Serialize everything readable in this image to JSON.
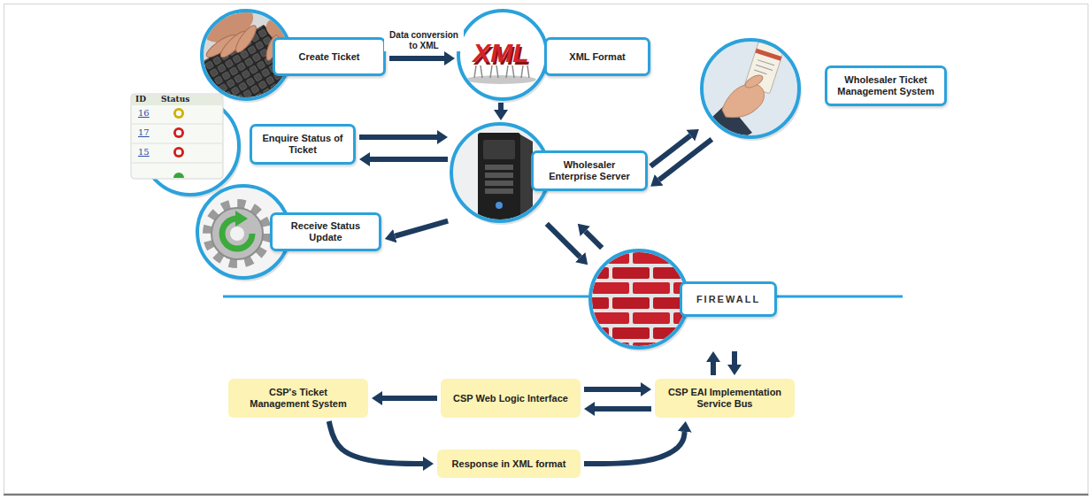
{
  "diagram": {
    "nodes": [
      {
        "text": [
          "Create Ticket"
        ]
      },
      {
        "text": [
          "XML Format"
        ]
      },
      {
        "text": [
          "Wholesaler Ticket Management System"
        ]
      },
      {
        "text": [
          "Enquire Status of Ticket"
        ]
      },
      {
        "text": [
          "Wholesaler Enterprise Server"
        ]
      },
      {
        "text": [
          "Receive Status Update"
        ]
      },
      {
        "text": [
          "FIREWALL"
        ]
      },
      {
        "text": [
          "CSP's Ticket Management System"
        ]
      },
      {
        "text": [
          "CSP Web Logic Interface"
        ]
      },
      {
        "text": [
          "CSP EAI Implementation Service Bus"
        ]
      },
      {
        "text": [
          "Response in XML format"
        ]
      }
    ],
    "edges": [
      {
        "from": 0,
        "to": 1,
        "arrow": "to",
        "label": "Data conversion to XML"
      },
      {
        "from": 1,
        "to": 4,
        "arrow": "to"
      },
      {
        "from": 3,
        "to": 4,
        "arrow": "to"
      },
      {
        "from": 4,
        "to": 3,
        "arrow": "to"
      },
      {
        "from": 4,
        "to": 5,
        "arrow": "to"
      },
      {
        "from": 4,
        "to": 2,
        "arrow": "to"
      },
      {
        "from": 2,
        "to": 4,
        "arrow": "to"
      },
      {
        "from": 4,
        "to": 6,
        "arrow": "to"
      },
      {
        "from": 6,
        "to": 4,
        "arrow": "to"
      },
      {
        "from": 9,
        "to": 6,
        "arrow": "to"
      },
      {
        "from": 6,
        "to": 9,
        "arrow": "to"
      },
      {
        "from": 8,
        "to": 7,
        "arrow": "to"
      },
      {
        "from": 8,
        "to": 9,
        "arrow": "to"
      },
      {
        "from": 9,
        "to": 8,
        "arrow": "to"
      },
      {
        "from": 7,
        "to": 10,
        "arrow": "to"
      },
      {
        "from": 10,
        "to": 9,
        "arrow": "to"
      }
    ],
    "labels": [
      "XML",
      "ID",
      "Status",
      "16",
      "17",
      "15"
    ]
  }
}
